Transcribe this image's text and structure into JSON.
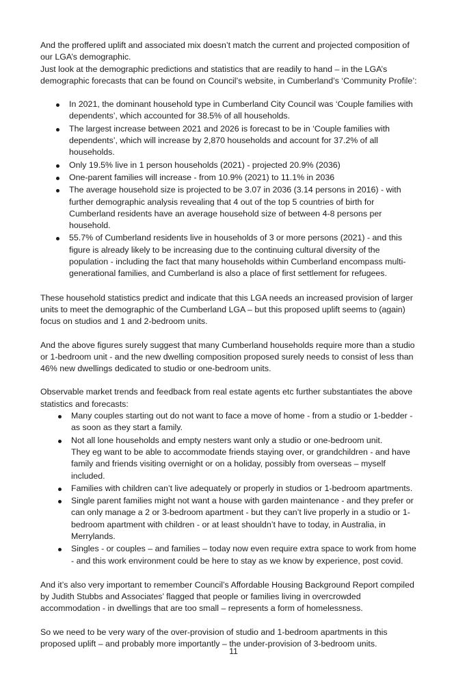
{
  "para1_lines": [
    "And the proffered uplift and associated mix doesn’t match the current and projected composition of",
    "our LGA’s demographic.",
    "Just look at the demographic predictions and statistics that are readily to hand – in the LGA’s",
    "demographic forecasts that can be found on Council’s website, in Cumberland’s ‘Community Profile’:"
  ],
  "bullets1": [
    [
      "In 2021, the dominant household type in Cumberland City Council was ‘Couple families with",
      "dependents’, which accounted for 38.5% of all households."
    ],
    [
      "The largest increase between 2021 and 2026 is forecast to be in ‘Couple families with",
      "dependents’, which will increase by 2,870 households and account for 37.2% of all",
      "households."
    ],
    [
      "Only 19.5% live in 1 person households (2021) - projected 20.9% (2036)"
    ],
    [
      "One-parent families will increase - from 10.9% (2021) to 11.1% in 2036"
    ],
    [
      "The average household size is projected to be 3.07 in 2036 (3.14 persons in 2016) - with",
      "further demographic analysis revealing that 4 out of the top 5 countries of birth for",
      "Cumberland residents have an average household size of between 4-8 persons per",
      "household."
    ],
    [
      "55.7% of Cumberland residents live in households of 3 or more persons (2021) - and this",
      "figure is already likely to be increasing due to the continuing cultural diversity of the",
      "population - including the fact that many households within Cumberland encompass multi-",
      "generational families, and Cumberland is also a place of first settlement for refugees."
    ]
  ],
  "para2_lines": [
    "These household statistics predict and indicate that this LGA needs an increased provision of larger",
    "units to meet the demographic of the Cumberland LGA – but this proposed uplift seems to (again)",
    "focus on studios and 1 and 2-bedroom units."
  ],
  "para3_lines": [
    "And the above figures surely suggest that many Cumberland households require more than a studio",
    "or 1-bedroom unit - and the new dwelling composition proposed surely needs to consist of less than",
    "46% new dwellings dedicated to studio or one-bedroom units."
  ],
  "para4_lines": [
    "Observable market trends and feedback from real estate agents etc further substantiates the above",
    "statistics and forecasts:"
  ],
  "bullets2": [
    [
      "Many couples starting out do not want to face a move of home - from a studio or 1-bedder -",
      "as soon as they start a family."
    ],
    [
      "Not all lone households and empty nesters want only a studio or one-bedroom unit.",
      "They eg want to be able to accommodate friends staying over, or grandchildren - and have",
      "family and friends visiting overnight or on a holiday, possibly from overseas – myself",
      "included."
    ],
    [
      "Families with children can’t live adequately or properly in studios or 1-bedroom apartments."
    ],
    [
      "Single parent families might not want a house with garden maintenance - and they prefer or",
      "can only manage a 2 or 3-bedroom apartment - but they can’t live properly in a studio or 1-",
      "bedroom apartment with children - or at least shouldn’t have to today, in Australia, in",
      "Merrylands."
    ],
    [
      "Singles - or couples – and families – today now even require extra space to work from home",
      "- and this work environment could be here to stay as we know by experience, post covid."
    ]
  ],
  "para5_lines": [
    "And it’s also very important to remember Council’s Affordable Housing Background Report compiled",
    "by Judith Stubbs and Associates’ flagged that people or families living in overcrowded",
    "accommodation - in dwellings that are too small – represents a form of homelessness."
  ],
  "para6_lines": [
    "So we need to be very wary of the over-provision of studio and 1-bedroom apartments in this",
    "proposed uplift – and probably more importantly – the under-provision of 3-bedroom units."
  ],
  "page_number": "11"
}
